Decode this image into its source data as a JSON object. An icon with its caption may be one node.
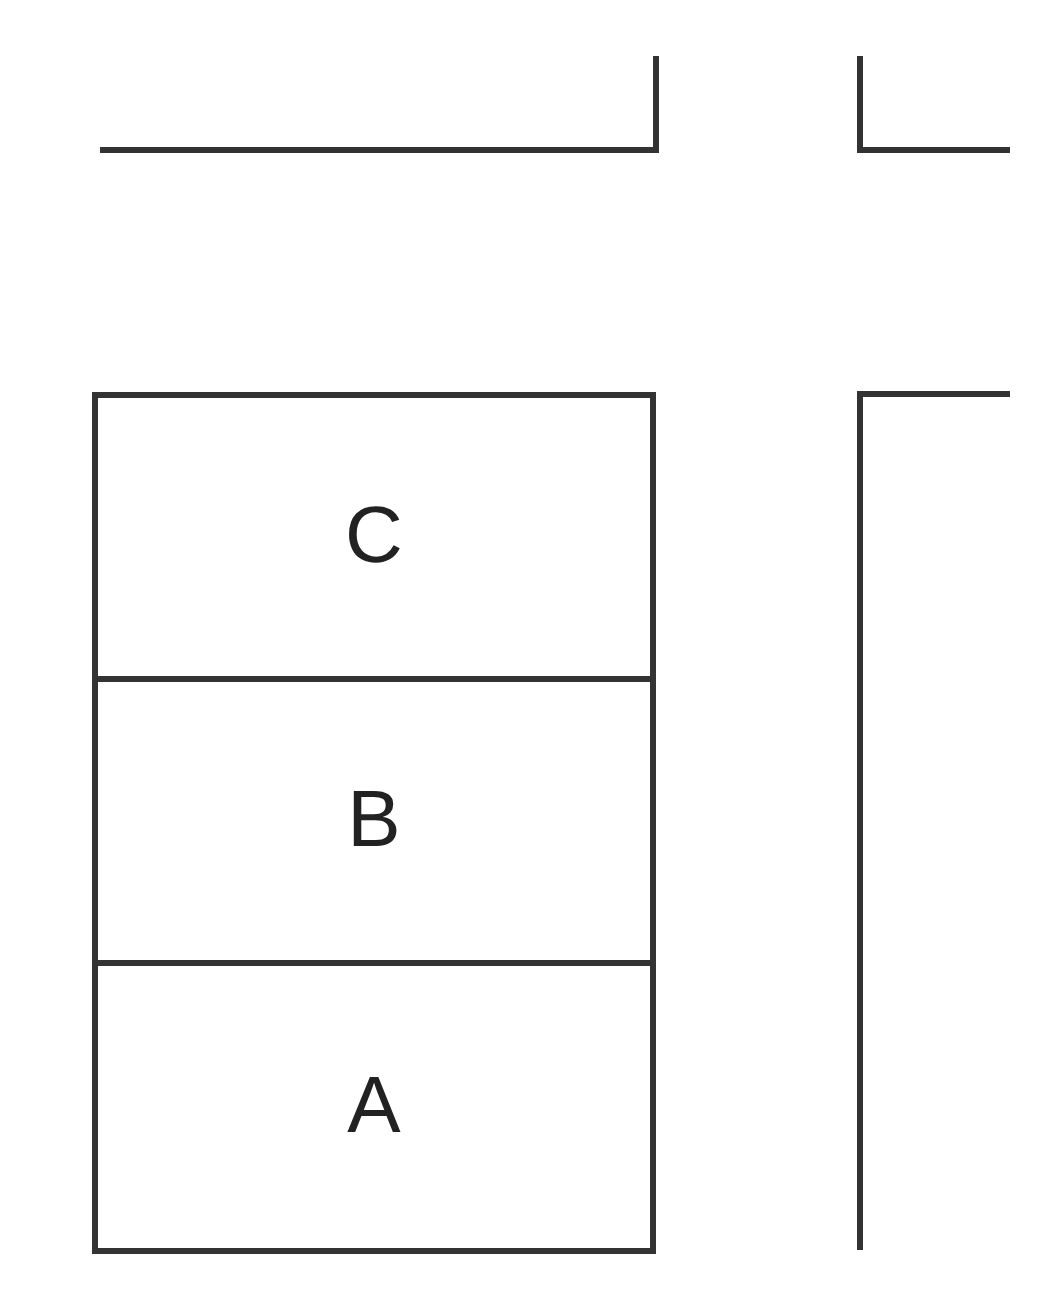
{
  "diagram": {
    "nodes": [
      {
        "text": [
          "C"
        ]
      },
      {
        "text": [
          "B"
        ]
      },
      {
        "text": [
          "A"
        ]
      }
    ]
  }
}
